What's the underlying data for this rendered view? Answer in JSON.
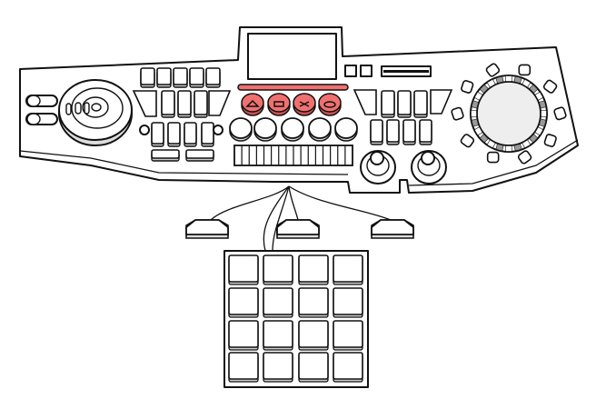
{
  "device": {
    "name_icon": "dj-controller-illustration",
    "colors": {
      "outline": "#111111",
      "accent": "#f07070",
      "ring_segment": "#999999",
      "dial_face": "#eeeeee"
    },
    "transport_buttons": [
      {
        "icon": "triangle-icon"
      },
      {
        "icon": "square-icon"
      },
      {
        "icon": "cross-icon"
      },
      {
        "icon": "circle-icon"
      }
    ],
    "round_button_count": 5,
    "grille_slats": 16,
    "pedal_count": 3,
    "pad_grid": {
      "rows": 4,
      "cols": 4
    }
  }
}
